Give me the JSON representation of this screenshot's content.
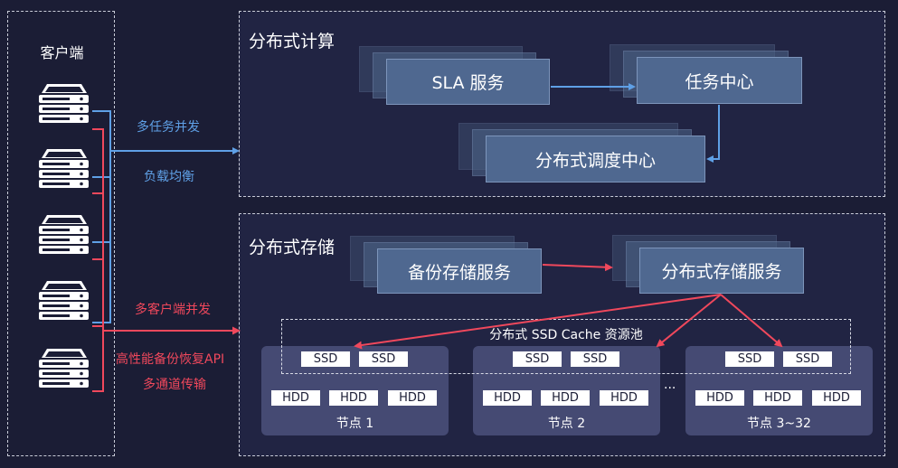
{
  "client": {
    "title": "客户端",
    "server_count": 5
  },
  "compute": {
    "title": "分布式计算",
    "sla_service": "SLA 服务",
    "task_center": "任务中心",
    "scheduler": "分布式调度中心"
  },
  "storage": {
    "title": "分布式存储",
    "backup_service": "备份存储服务",
    "distributed_service": "分布式存储服务",
    "cache_pool": "分布式 SSD Cache 资源池",
    "ellipsis": "···",
    "nodes": [
      {
        "label": "节点 1",
        "ssd": [
          "SSD",
          "SSD"
        ],
        "hdd": [
          "HDD",
          "HDD",
          "HDD"
        ]
      },
      {
        "label": "节点 2",
        "ssd": [
          "SSD",
          "SSD"
        ],
        "hdd": [
          "HDD",
          "HDD",
          "HDD"
        ]
      },
      {
        "label": "节点 3~32",
        "ssd": [
          "SSD",
          "SSD"
        ],
        "hdd": [
          "HDD",
          "HDD",
          "HDD"
        ]
      }
    ]
  },
  "labels": {
    "multi_task": "多任务并发",
    "load_balance": "负载均衡",
    "multi_client": "多客户端并发",
    "high_perf": "高性能备份恢复API",
    "multi_channel": "多通道传输"
  },
  "colors": {
    "blue": "#5fa0e6",
    "red": "#f0485c",
    "box": "#4f6890",
    "node": "#454a73"
  }
}
